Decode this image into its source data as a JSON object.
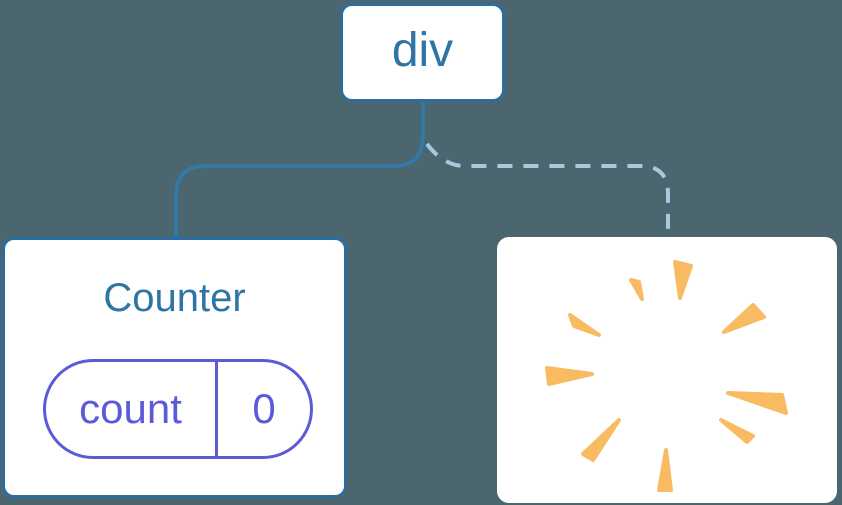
{
  "colors": {
    "bg": "#4C6670",
    "card": "#FFFFFF",
    "node_border": "#2B6E9E",
    "node_text": "#2E75A4",
    "link_solid": "#2E7BAC",
    "link_dashed": "#A8CADF",
    "state": "#5C5BD7",
    "poof": "#F9BB62"
  },
  "tree": {
    "root": {
      "label": "div"
    },
    "children": [
      {
        "label": "Counter",
        "link_style": "solid",
        "state_pill": {
          "name": "count",
          "value": "0"
        }
      },
      {
        "label": "",
        "link_style": "dashed",
        "icon": "poof-burst-icon"
      }
    ]
  }
}
